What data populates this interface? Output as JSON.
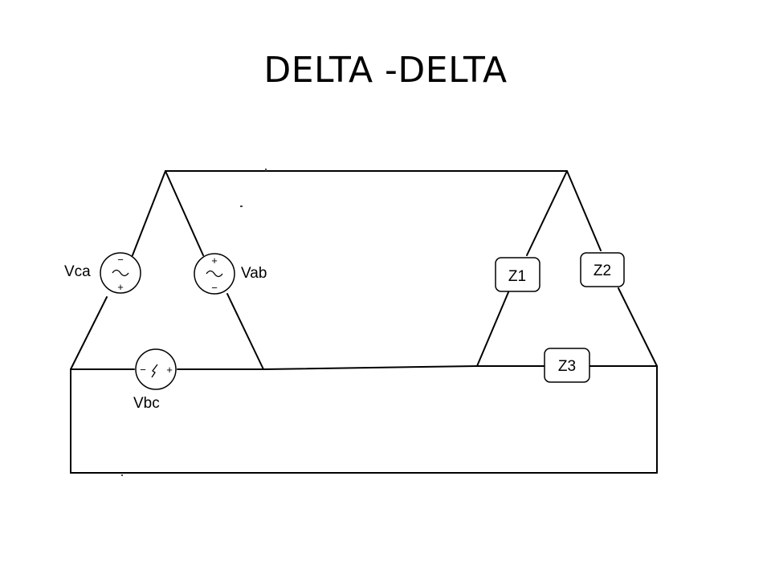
{
  "title": "DELTA -DELTA",
  "sources": {
    "vca": {
      "label": "Vca",
      "top_sign": "−",
      "bottom_sign": "+"
    },
    "vab": {
      "label": "Vab",
      "top_sign": "+",
      "bottom_sign": "−"
    },
    "vbc": {
      "label": "Vbc",
      "left_sign": "−",
      "right_sign": "+"
    }
  },
  "loads": {
    "z1": {
      "label": "Z1"
    },
    "z2": {
      "label": "Z2"
    },
    "z3": {
      "label": "Z3"
    }
  },
  "icons": {
    "ac_source": "ac-source-icon",
    "impedance": "impedance-box"
  }
}
